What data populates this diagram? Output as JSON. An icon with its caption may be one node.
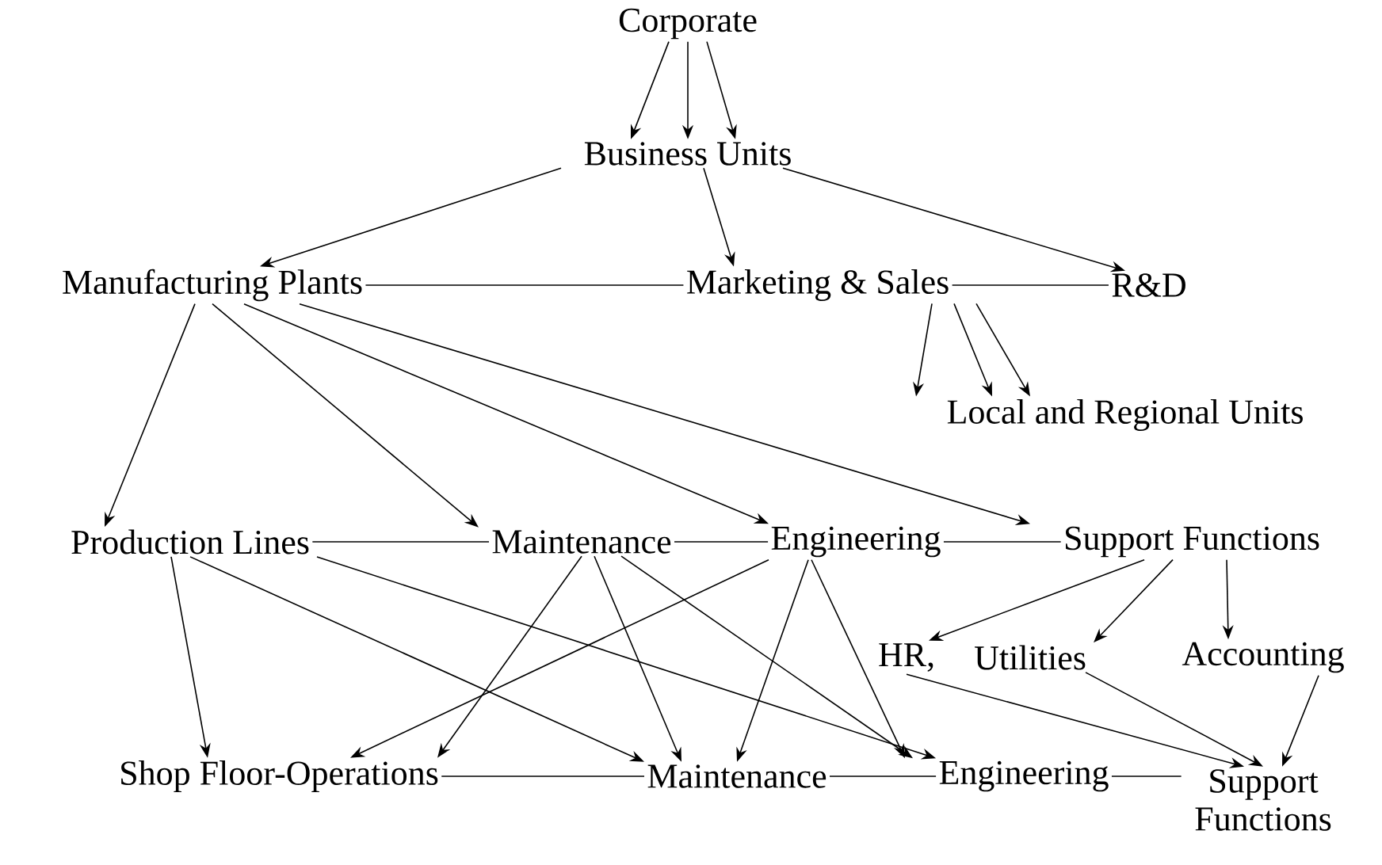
{
  "diagram": {
    "nodes": [
      {
        "text": [
          "Corporate"
        ]
      },
      {
        "text": [
          "Business Units"
        ]
      },
      {
        "text": [
          "Manufacturing Plants"
        ]
      },
      {
        "text": [
          "Marketing & Sales"
        ]
      },
      {
        "text": [
          "R&D"
        ]
      },
      {
        "text": [
          "Local and Regional Units"
        ]
      },
      {
        "text": [
          "Production Lines"
        ]
      },
      {
        "text": [
          "Maintenance"
        ]
      },
      {
        "text": [
          "Engineering"
        ]
      },
      {
        "text": [
          "Support Functions"
        ]
      },
      {
        "text": [
          "HR,"
        ]
      },
      {
        "text": [
          "Utilities"
        ]
      },
      {
        "text": [
          "Accounting"
        ]
      },
      {
        "text": [
          "Shop Floor-Operations"
        ]
      },
      {
        "text": [
          "Maintenance"
        ]
      },
      {
        "text": [
          "Engineering"
        ]
      },
      {
        "text": [
          "Support Functions"
        ]
      }
    ],
    "edges": [
      {
        "from": 0,
        "to": 1,
        "arrow": "to"
      },
      {
        "from": 0,
        "to": 1,
        "arrow": "to"
      },
      {
        "from": 0,
        "to": 1,
        "arrow": "to"
      },
      {
        "from": 1,
        "to": 2,
        "arrow": "to"
      },
      {
        "from": 1,
        "to": 3,
        "arrow": "to"
      },
      {
        "from": 1,
        "to": 4,
        "arrow": "to"
      },
      {
        "from": 2,
        "to": 3,
        "arrow": "none"
      },
      {
        "from": 3,
        "to": 4,
        "arrow": "none"
      },
      {
        "from": 3,
        "to": 5,
        "arrow": "to"
      },
      {
        "from": 3,
        "to": 5,
        "arrow": "to"
      },
      {
        "from": 3,
        "to": 5,
        "arrow": "to"
      },
      {
        "from": 2,
        "to": 6,
        "arrow": "to"
      },
      {
        "from": 2,
        "to": 7,
        "arrow": "to"
      },
      {
        "from": 2,
        "to": 8,
        "arrow": "to"
      },
      {
        "from": 2,
        "to": 9,
        "arrow": "to"
      },
      {
        "from": 6,
        "to": 7,
        "arrow": "none"
      },
      {
        "from": 7,
        "to": 8,
        "arrow": "none"
      },
      {
        "from": 8,
        "to": 9,
        "arrow": "none"
      },
      {
        "from": 9,
        "to": 10,
        "arrow": "to"
      },
      {
        "from": 9,
        "to": 11,
        "arrow": "to"
      },
      {
        "from": 9,
        "to": 12,
        "arrow": "to"
      },
      {
        "from": 6,
        "to": 13,
        "arrow": "to"
      },
      {
        "from": 6,
        "to": 14,
        "arrow": "to"
      },
      {
        "from": 6,
        "to": 15,
        "arrow": "to"
      },
      {
        "from": 7,
        "to": 13,
        "arrow": "to"
      },
      {
        "from": 7,
        "to": 14,
        "arrow": "to"
      },
      {
        "from": 7,
        "to": 15,
        "arrow": "to"
      },
      {
        "from": 8,
        "to": 13,
        "arrow": "to"
      },
      {
        "from": 8,
        "to": 14,
        "arrow": "to"
      },
      {
        "from": 8,
        "to": 15,
        "arrow": "to"
      },
      {
        "from": 10,
        "to": 16,
        "arrow": "to"
      },
      {
        "from": 11,
        "to": 16,
        "arrow": "to"
      },
      {
        "from": 12,
        "to": 16,
        "arrow": "to"
      },
      {
        "from": 13,
        "to": 14,
        "arrow": "none"
      },
      {
        "from": 14,
        "to": 15,
        "arrow": "none"
      },
      {
        "from": 15,
        "to": 16,
        "arrow": "none"
      }
    ]
  }
}
